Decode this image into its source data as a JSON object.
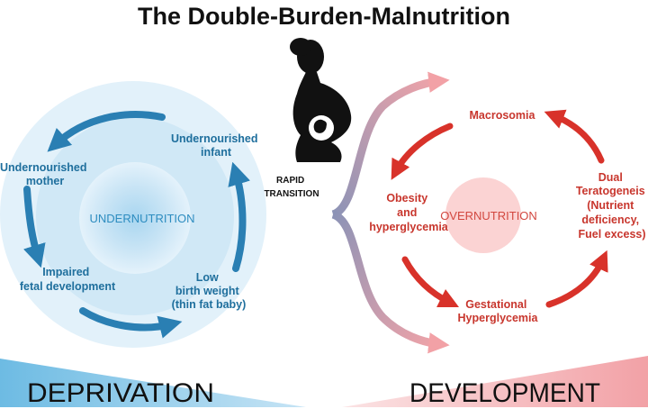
{
  "title": "The Double-Burden-Malnutrition",
  "left_cycle": {
    "center": "UNDERNUTRITION",
    "nodes": {
      "undernourished_infant": [
        "Undernourished",
        "infant"
      ],
      "undernourished_mother": [
        "Undernourished",
        "mother"
      ],
      "impaired_fetal": [
        "Impaired",
        "fetal development"
      ],
      "low_birth_weight": [
        "Low",
        "birth weight",
        "(thin fat baby)"
      ]
    }
  },
  "transition": [
    "RAPID",
    "TRANSITION"
  ],
  "right_cycle": {
    "center": "OVERNUTRITION",
    "nodes": {
      "macrosomia": [
        "Macrosomia"
      ],
      "obesity": [
        "Obesity",
        "and",
        "hyperglycemia"
      ],
      "gestational": [
        "Gestational",
        "Hyperglycemia"
      ],
      "dual": [
        "Dual",
        "Teratogeneis",
        "(Nutrient",
        "deficiency,",
        "Fuel excess)"
      ]
    }
  },
  "bottom": {
    "left_word": "DEPRIVATION",
    "right_word": "DEVELOPMENT"
  },
  "colors": {
    "blue_arrow": "#2a7fb3",
    "red_arrow": "#d8322a",
    "left_circle": "#cbe6f6",
    "right_circle": "#fbd8d8"
  }
}
